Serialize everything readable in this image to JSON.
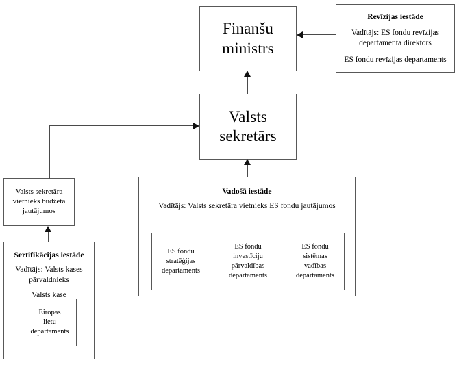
{
  "diagram": {
    "type": "organizational-chart",
    "language": "lv",
    "colors": {
      "box_border": "#585858",
      "connector": "#4a4a4a",
      "arrowhead": "#111111",
      "background": "#ffffff",
      "text": "#000000"
    },
    "nodes": {
      "finance_minister": {
        "label_line1": "Finanšu",
        "label_line2": "ministrs"
      },
      "audit_authority": {
        "header": "Revīzijas iestāde",
        "leader_line1": "Vadītājs: ES fondu revīzijas",
        "leader_line2": "departamenta direktors",
        "unit": "ES fondu revīzijas departaments"
      },
      "state_secretary": {
        "label_line1": "Valsts",
        "label_line2": "sekretārs"
      },
      "deputy_budget": {
        "line1": "Valsts sekretāra",
        "line2": "vietnieks budžeta",
        "line3": "jautājumos"
      },
      "certification_authority": {
        "header": "Sertifikācijas iestāde",
        "leader_line1": "Vadītājs: Valsts kases",
        "leader_line2": "pārvaldnieks",
        "unit": "Valsts kase",
        "child": {
          "line1": "Eiropas",
          "line2": "lietu",
          "line3": "departaments"
        }
      },
      "managing_authority": {
        "header": "Vadošā iestāde",
        "leader": "Vadītājs: Valsts sekretāra vietnieks ES fondu jautājumos",
        "departments": [
          {
            "line1": "ES fondu",
            "line2": "stratēģijas",
            "line3": "departaments"
          },
          {
            "line1": "ES fondu",
            "line2": "investīciju",
            "line3": "pārvaldības",
            "line4": "departaments"
          },
          {
            "line1": "ES fondu",
            "line2": "sistēmas",
            "line3": "vadības",
            "line4": "departaments"
          }
        ]
      }
    },
    "connectors": [
      {
        "name": "audit-to-minister",
        "direction": "left",
        "from": "audit_authority",
        "to": "finance_minister"
      },
      {
        "name": "secretary-to-minister",
        "direction": "up",
        "from": "state_secretary",
        "to": "finance_minister"
      },
      {
        "name": "managing-to-secretary",
        "direction": "up",
        "from": "managing_authority",
        "to": "state_secretary"
      },
      {
        "name": "deputy-to-secretary",
        "direction": "right",
        "from": "deputy_budget",
        "to": "state_secretary"
      },
      {
        "name": "certification-to-deputy",
        "direction": "up",
        "from": "certification_authority",
        "to": "deputy_budget"
      }
    ]
  }
}
